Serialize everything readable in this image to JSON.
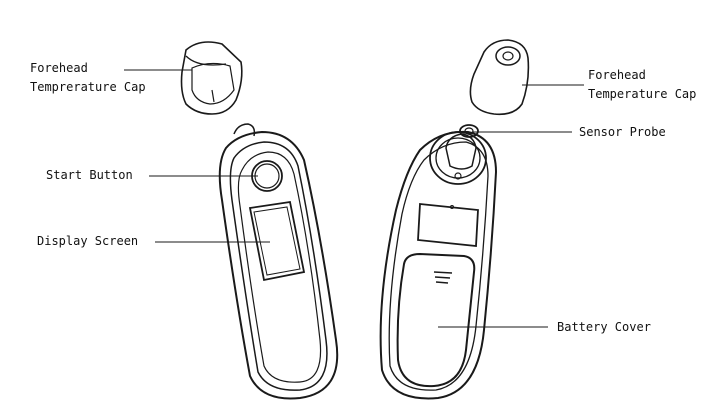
{
  "colors": {
    "line": "#1a1a1a",
    "background": "#ffffff",
    "text": "#111111"
  },
  "labels": {
    "forehead_cap_left": [
      "Forehead",
      "Temprerature Cap"
    ],
    "forehead_cap_right": [
      "Forehead",
      "Temperature Cap"
    ],
    "start_button": "Start Button",
    "display_screen": "Display Screen",
    "sensor_probe": "Sensor Probe",
    "battery_cover": "Battery Cover"
  }
}
